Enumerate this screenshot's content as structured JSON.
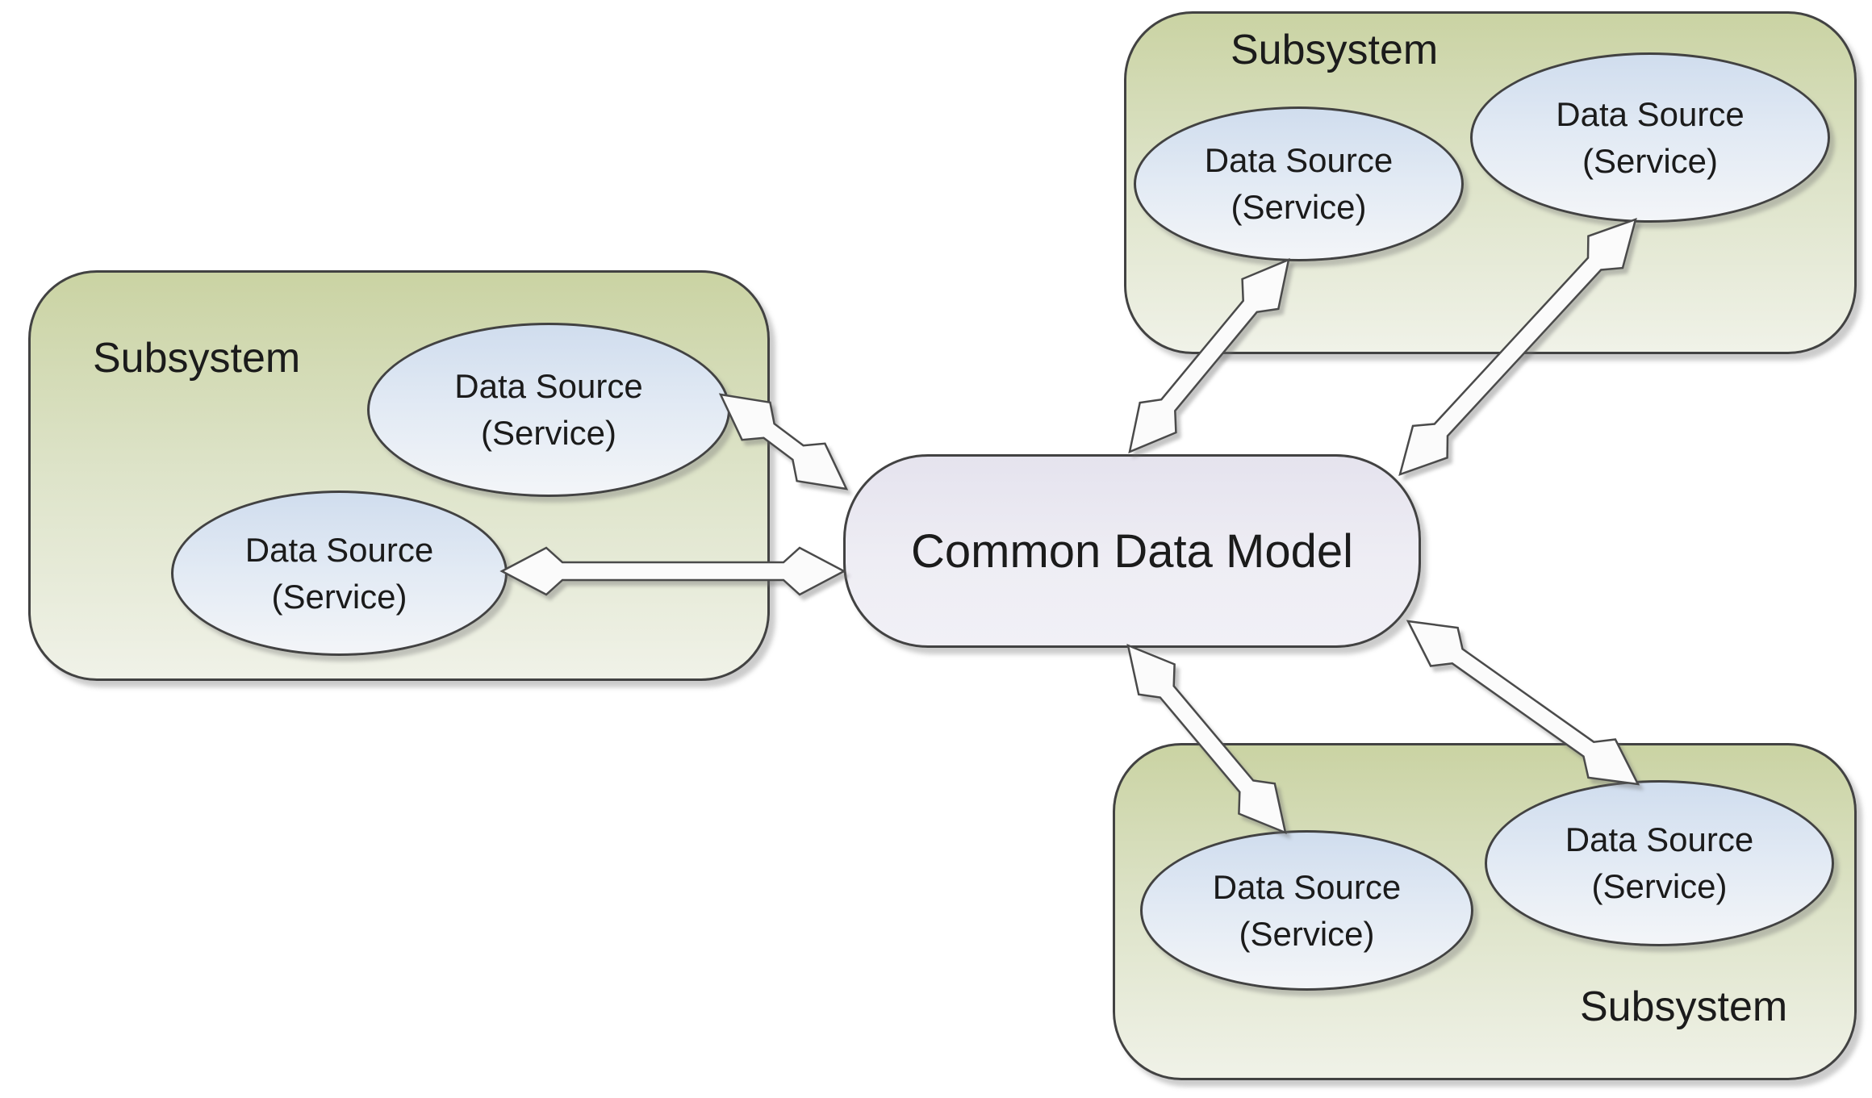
{
  "diagram": {
    "center": {
      "label": "Common Data Model"
    },
    "subsystems": [
      {
        "position": "left",
        "label": "Subsystem",
        "sources": [
          {
            "line1": "Data Source",
            "line2": "(Service)"
          },
          {
            "line1": "Data Source",
            "line2": "(Service)"
          }
        ]
      },
      {
        "position": "top-right",
        "label": "Subsystem",
        "sources": [
          {
            "line1": "Data Source",
            "line2": "(Service)"
          },
          {
            "line1": "Data Source",
            "line2": "(Service)"
          }
        ]
      },
      {
        "position": "bottom-right",
        "label": "Subsystem",
        "sources": [
          {
            "line1": "Data Source",
            "line2": "(Service)"
          },
          {
            "line1": "Data Source",
            "line2": "(Service)"
          }
        ]
      }
    ],
    "connections": [
      {
        "from": "left subsystem / Data Source (Service) upper",
        "to": "Common Data Model",
        "type": "bidirectional"
      },
      {
        "from": "left subsystem / Data Source (Service) lower",
        "to": "Common Data Model",
        "type": "bidirectional"
      },
      {
        "from": "top-right subsystem / Data Source (Service) left",
        "to": "Common Data Model",
        "type": "bidirectional"
      },
      {
        "from": "top-right subsystem / Data Source (Service) right",
        "to": "Common Data Model",
        "type": "bidirectional"
      },
      {
        "from": "bottom-right subsystem / Data Source (Service) left",
        "to": "Common Data Model",
        "type": "bidirectional"
      },
      {
        "from": "bottom-right subsystem / Data Source (Service) right",
        "to": "Common Data Model",
        "type": "bidirectional"
      }
    ]
  },
  "colors": {
    "background": "#ffffff",
    "subsystem_fill_top": "#cad3a3",
    "subsystem_fill_mid": "#dde3c8",
    "subsystem_fill_bottom": "#f0f2e8",
    "ellipse_fill_top": "#d0ddee",
    "ellipse_fill_mid": "#e2eaf4",
    "ellipse_fill_bottom": "#f3f5f8",
    "center_fill_top": "#e5e3ee",
    "center_fill_mid": "#eeedf4",
    "center_fill_bottom": "#f1f0f6",
    "border": "#424242",
    "text": "#1b1b1b",
    "arrow_fill": "#fbfbfb",
    "arrow_stroke": "#4a4a4a"
  }
}
